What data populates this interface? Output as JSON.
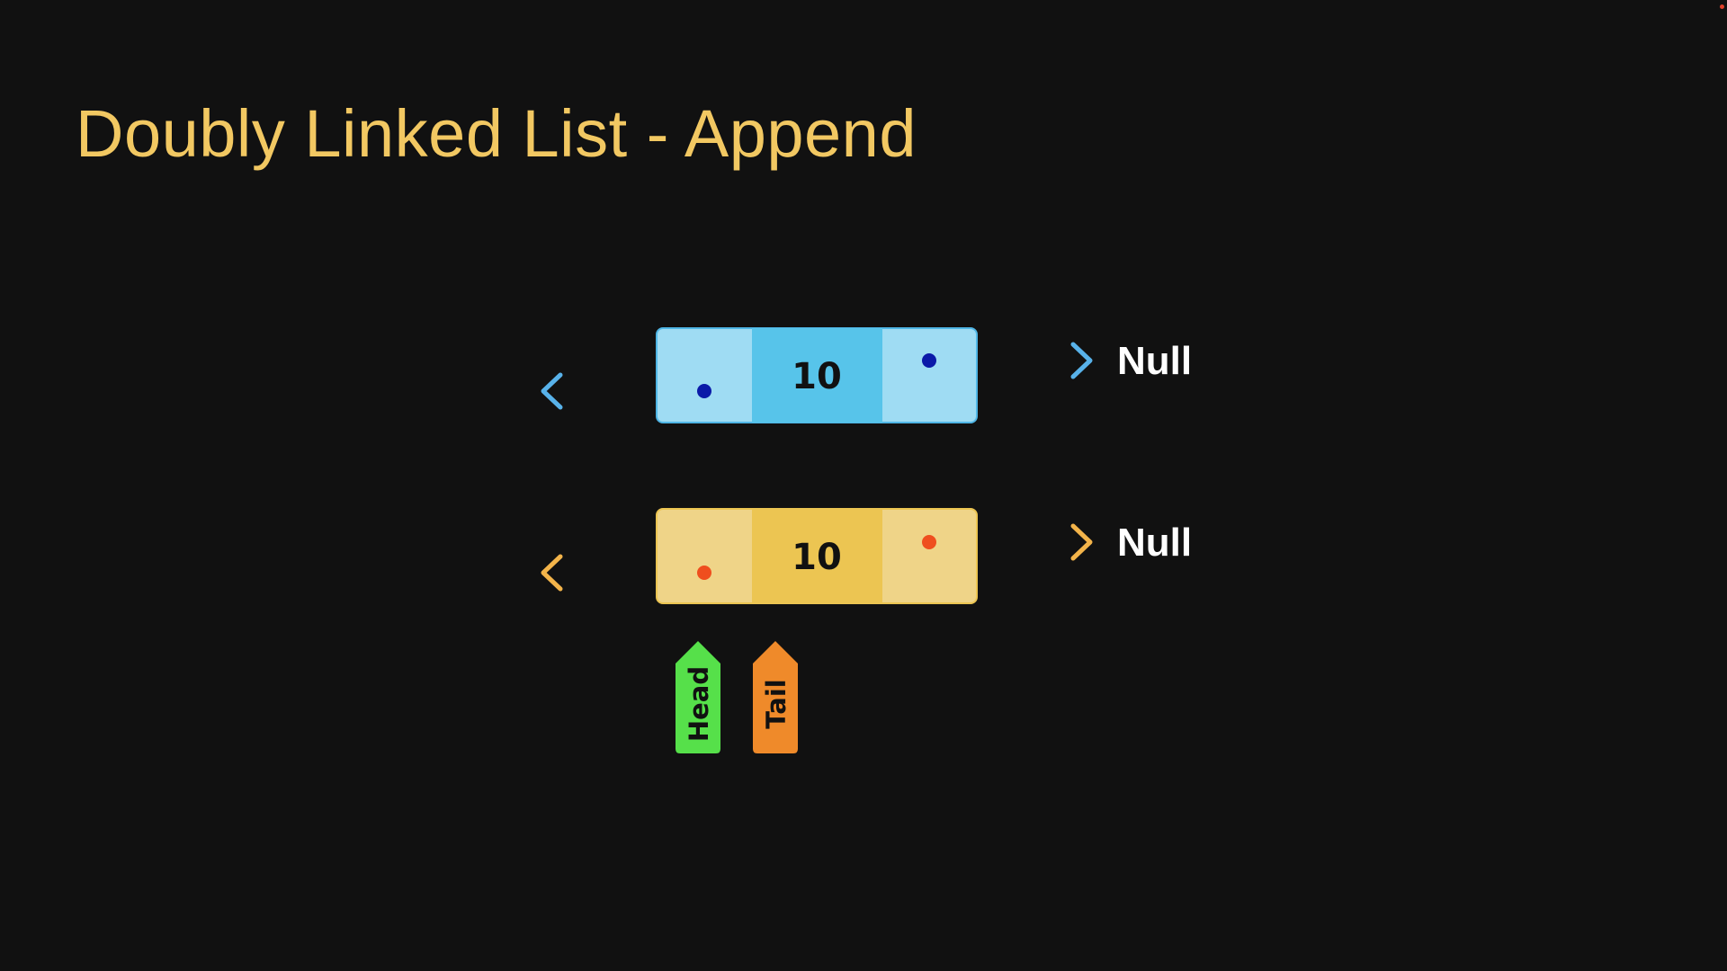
{
  "title": "Doubly Linked List - Append",
  "nodes": [
    {
      "value": "10",
      "null_label": "Null",
      "colors": {
        "side": "#9fdcf3",
        "center": "#57c4ea",
        "border": "#4fb6e6",
        "line_dark": "#0b1aa8",
        "line_light": "#58b2ea",
        "dot": "#0b1aa8"
      }
    },
    {
      "value": "10",
      "null_label": "Null",
      "colors": {
        "side": "#efd488",
        "center": "#ecc552",
        "border": "#ecc552",
        "line_dark": "#ef4e1e",
        "line_light": "#f3b44a",
        "dot": "#ef4e1e"
      }
    }
  ],
  "pointers": [
    {
      "label": "Head",
      "color": "#56e04a"
    },
    {
      "label": "Tail",
      "color": "#ef8a2a"
    }
  ],
  "colors": {
    "background": "#111111",
    "title": "#f2c862",
    "indicator": "#e0402a"
  }
}
